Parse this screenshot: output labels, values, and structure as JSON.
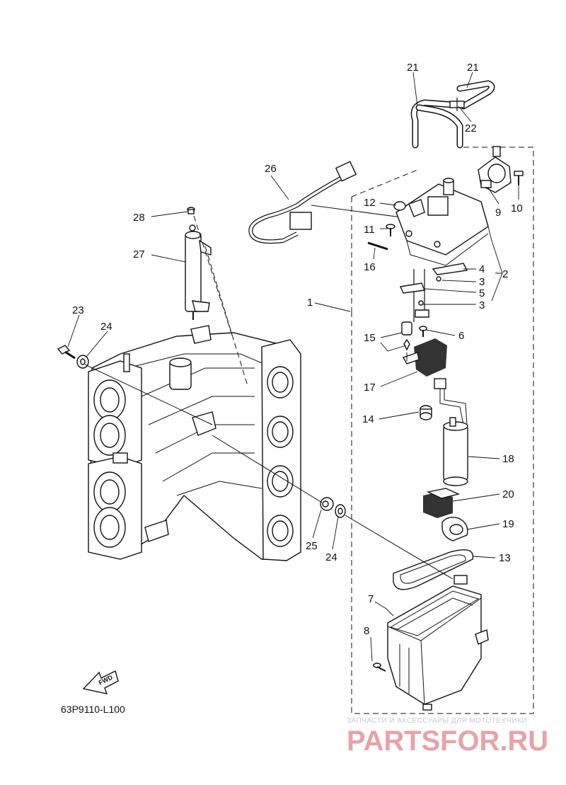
{
  "reference_code": "63P9110-L100",
  "fwd_label": "FWD",
  "watermark": {
    "tagline": "ЗАПЧАСТИ И АКСЕССУАРЫ ДЛЯ МОТОТЕХНИКИ",
    "logo_text": "PARTSFOR.RU"
  },
  "callouts": [
    {
      "id": "21a",
      "text": "21"
    },
    {
      "id": "21b",
      "text": "21"
    },
    {
      "id": "22",
      "text": "22"
    },
    {
      "id": "26",
      "text": "26"
    },
    {
      "id": "28",
      "text": "28"
    },
    {
      "id": "27",
      "text": "27"
    },
    {
      "id": "12",
      "text": "12"
    },
    {
      "id": "9",
      "text": "9"
    },
    {
      "id": "10",
      "text": "10"
    },
    {
      "id": "11",
      "text": "11"
    },
    {
      "id": "16",
      "text": "16"
    },
    {
      "id": "4",
      "text": "4"
    },
    {
      "id": "2",
      "text": "2"
    },
    {
      "id": "3a",
      "text": "3"
    },
    {
      "id": "5",
      "text": "5"
    },
    {
      "id": "3b",
      "text": "3"
    },
    {
      "id": "1",
      "text": "1"
    },
    {
      "id": "23",
      "text": "23"
    },
    {
      "id": "24a",
      "text": "24"
    },
    {
      "id": "15",
      "text": "15"
    },
    {
      "id": "6",
      "text": "6"
    },
    {
      "id": "17",
      "text": "17"
    },
    {
      "id": "14",
      "text": "14"
    },
    {
      "id": "18",
      "text": "18"
    },
    {
      "id": "20",
      "text": "20"
    },
    {
      "id": "19",
      "text": "19"
    },
    {
      "id": "25",
      "text": "25"
    },
    {
      "id": "24b",
      "text": "24"
    },
    {
      "id": "13",
      "text": "13"
    },
    {
      "id": "7",
      "text": "7"
    },
    {
      "id": "8",
      "text": "8"
    }
  ]
}
